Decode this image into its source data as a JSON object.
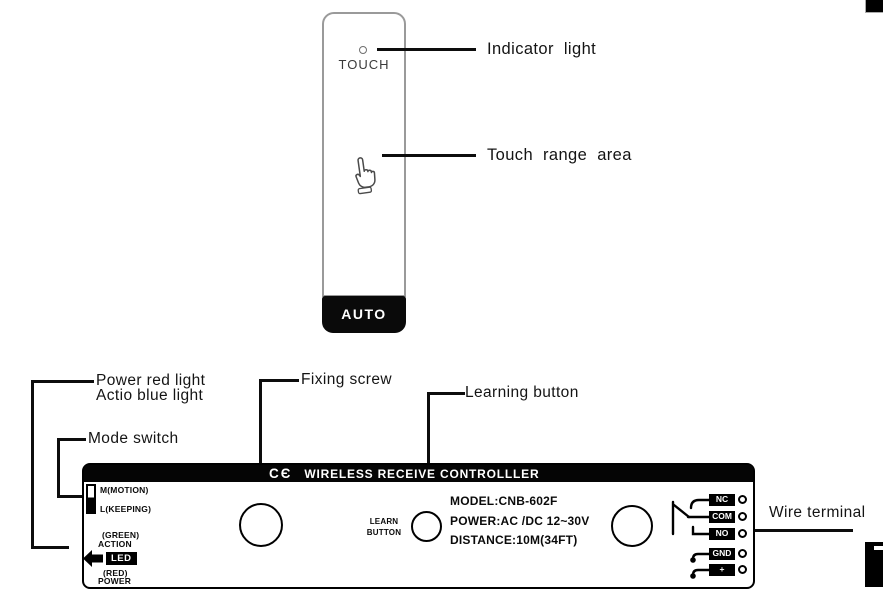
{
  "touch_panel": {
    "touch_label": "TOUCH",
    "auto_label": "AUTO"
  },
  "labels": {
    "indicator_light": "Indicator light",
    "touch_range_area": "Touch range area",
    "power_red_light": "Power red light",
    "action_blue_light": "Actio blue light",
    "mode_switch": "Mode switch",
    "fixing_screw": "Fixing screw",
    "learning_button": "Learning button",
    "wire_terminal": "Wire terminal"
  },
  "controller": {
    "ce_mark_icon": "CЄ",
    "title": "WIRELESS RECEIVE  CONTROLLLER",
    "mode_m": "M(MOTION)",
    "mode_l": "L(KEEPING)",
    "led_green": "(GREEN)",
    "led_action": "ACTION",
    "led_badge": "LED",
    "led_red": "(RED)",
    "led_power": "POWER",
    "learn_line1": "LEARN",
    "learn_line2": "BUTTON",
    "spec_model": "MODEL:CNB-602F",
    "spec_power": "POWER:AC /DC 12~30V",
    "spec_distance": "DISTANCE:10M(34FT)",
    "terminals": [
      "NC",
      "COM",
      "NO",
      "GND",
      "+"
    ]
  },
  "colors": {
    "ink": "#000000",
    "panel_border": "#9a9a9a",
    "white": "#ffffff"
  }
}
